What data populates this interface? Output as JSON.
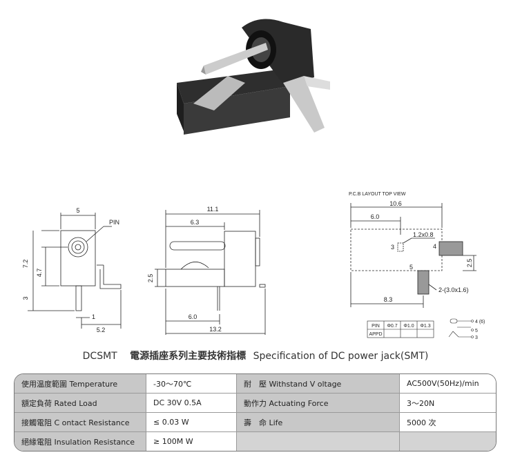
{
  "drawings": {
    "front": {
      "dim_top": "5",
      "pin_label": "PIN",
      "dim_h_total": "7.2",
      "dim_h_hole": "4.7",
      "dim_pin": "3",
      "dim_small": "1",
      "dim_bottom": "5.2"
    },
    "side": {
      "dim_top": "11.1",
      "dim_mid": "6.3",
      "dim_h": "2.5",
      "dim_bottom1": "6.0",
      "dim_bottom2": "13.2"
    },
    "pcb": {
      "header": "P.C.B LAYOUT    TOP VIEW",
      "dim_width": "10.6",
      "dim_6": "6.0",
      "hole": "1.2x0.8",
      "pin3": "3",
      "pin4": "4",
      "pin5": "5",
      "dim_right": "2.5",
      "pad": "2-(3.0x1.6)",
      "dim_bottom": "8.3",
      "table_headers": [
        "PIN",
        "Φ0.7",
        "Φ1.0",
        "Φ1.3"
      ],
      "table_row2": "APPD",
      "symbol_labels": [
        "4 (6)",
        "5",
        "3"
      ]
    }
  },
  "title": {
    "model": "DCSMT",
    "cn": "電源插座系列主要技術指標",
    "en": "Specification of DC power jack(SMT)"
  },
  "specs": [
    {
      "label": "使用温度範圍 Temperature",
      "value": "-30～70℃",
      "label2": "耐　壓 Withstand V oltage",
      "value2": "AC500V(50Hz)/min"
    },
    {
      "label": "額定負荷  Rated Load",
      "value": "DC  30V  0.5A",
      "label2": "動作力  Actuating Force",
      "value2": "3～20N"
    },
    {
      "label": "接觸電阻  C ontact Resistance",
      "value": "≤ 0.03 W",
      "label2": "壽　命  Life",
      "value2": "5000  次"
    },
    {
      "label": "絕緣電阻  Insulation Resistance",
      "value": "≥ 100M W",
      "label2": "",
      "value2": ""
    }
  ]
}
